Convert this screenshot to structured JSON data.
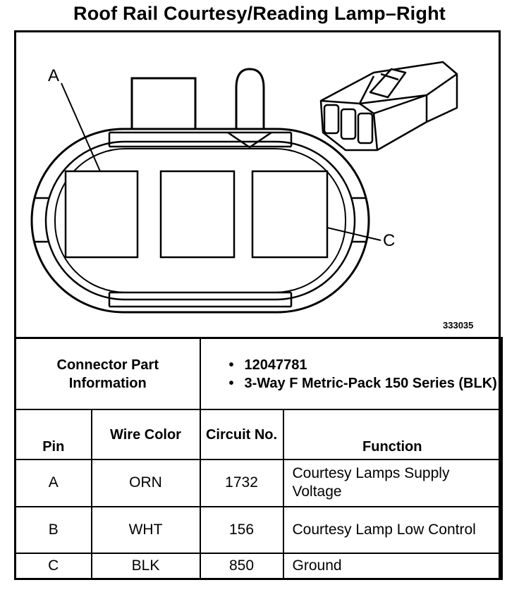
{
  "title": "Roof Rail Courtesy/Reading Lamp–Right",
  "diagram": {
    "callout_a": "A",
    "callout_c": "C",
    "figure_number": "333035"
  },
  "connector_info": {
    "label": "Connector Part Information",
    "values": [
      "12047781",
      "3-Way F Metric-Pack 150 Series (BLK)"
    ]
  },
  "table": {
    "headers": {
      "pin": "Pin",
      "wire_color": "Wire Color",
      "circuit": "Circuit No.",
      "function": "Function"
    },
    "rows": [
      {
        "pin": "A",
        "color": "ORN",
        "circuit": "1732",
        "function": "Courtesy Lamps Supply Voltage"
      },
      {
        "pin": "B",
        "color": "WHT",
        "circuit": "156",
        "function": "Courtesy Lamp Low Control"
      },
      {
        "pin": "C",
        "color": "BLK",
        "circuit": "850",
        "function": "Ground"
      }
    ]
  }
}
